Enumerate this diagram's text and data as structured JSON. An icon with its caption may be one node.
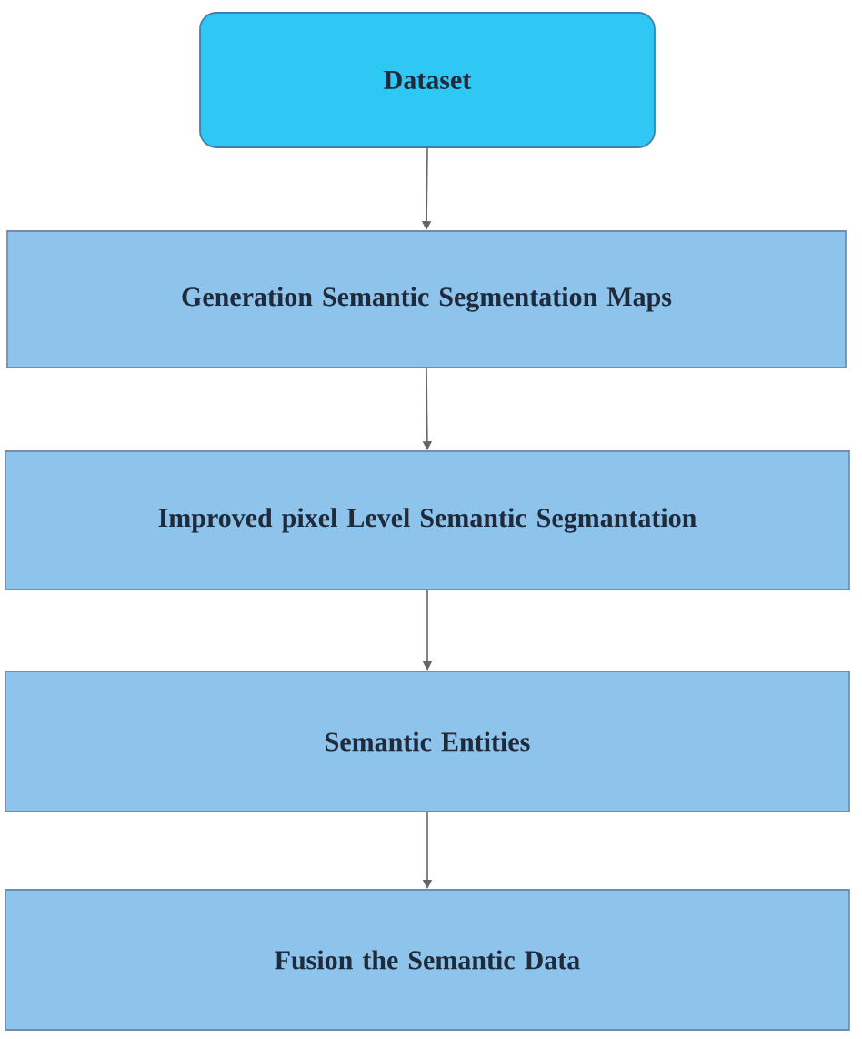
{
  "diagram": {
    "nodes": [
      {
        "text": [
          "Dataset"
        ]
      },
      {
        "text": [
          "Generation Semantic Segmentation Maps"
        ]
      },
      {
        "text": [
          "Improved pixel Level Semantic Segmantation"
        ]
      },
      {
        "text": [
          "Semantic Entities"
        ]
      },
      {
        "text": [
          "Fusion the Semantic Data"
        ]
      }
    ],
    "edges": [
      {
        "from": 0,
        "to": 1,
        "arrow": "to"
      },
      {
        "from": 1,
        "to": 2,
        "arrow": "to"
      },
      {
        "from": 2,
        "to": 3,
        "arrow": "to"
      },
      {
        "from": 3,
        "to": 4,
        "arrow": "to"
      }
    ]
  }
}
